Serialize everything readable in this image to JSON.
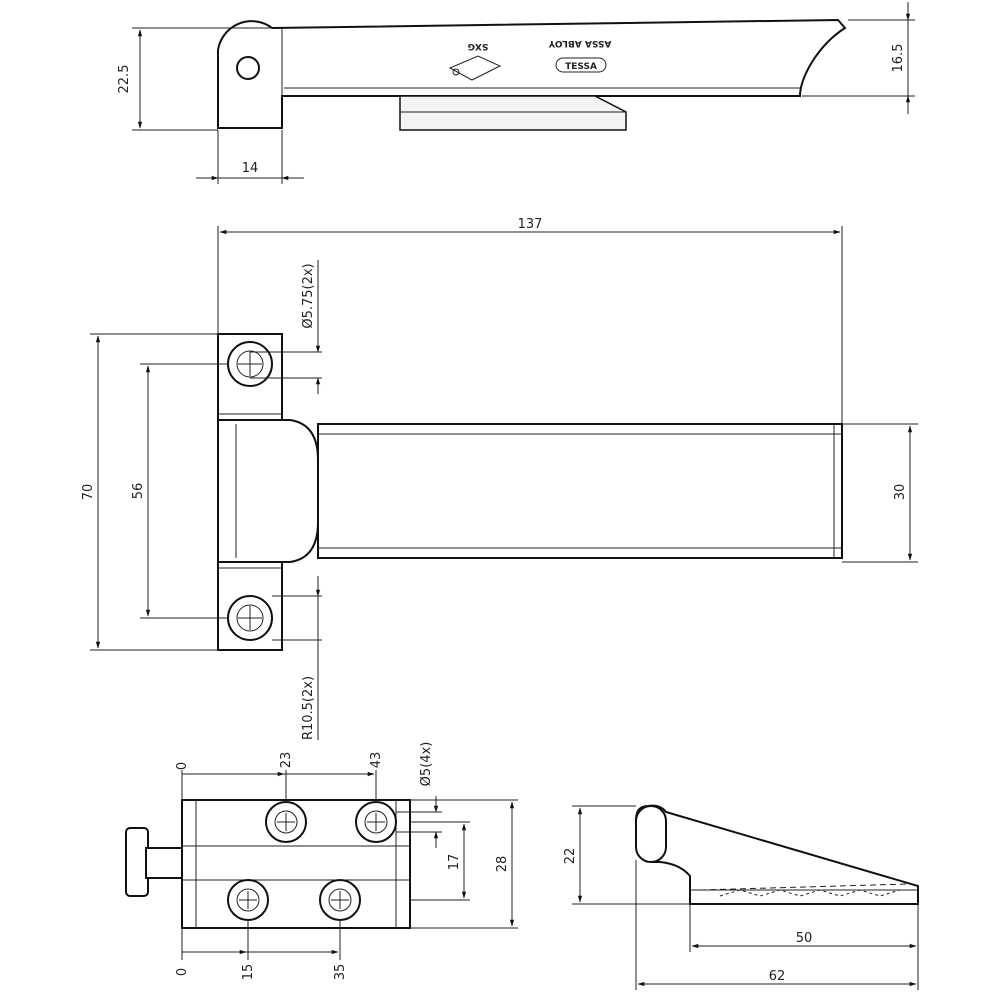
{
  "drawing": {
    "top_view": {
      "dims": {
        "height_left": "22.5",
        "height_right": "16.5",
        "width_bottom": "14"
      },
      "markings": {
        "logo_left": "SXG",
        "logo_right": "ASSA ABLOY",
        "logo_right_badge": "TESSA"
      }
    },
    "front_view": {
      "dims": {
        "total_length": "137",
        "hole_diameter": "Ø5.75(2x)",
        "total_height": "70",
        "hole_spacing": "56",
        "arm_height": "30",
        "radius": "R10.5(2x)"
      }
    },
    "plate_view": {
      "dims": {
        "top_x0": "0",
        "top_x1": "23",
        "top_x2": "43",
        "hole_diameter": "Ø5(4x)",
        "inner_height": "17",
        "outer_height": "28",
        "bottom_x0": "0",
        "bottom_x1": "15",
        "bottom_x2": "35"
      }
    },
    "side_view": {
      "dims": {
        "height": "22",
        "inner_length": "50",
        "total_length": "62"
      }
    }
  }
}
